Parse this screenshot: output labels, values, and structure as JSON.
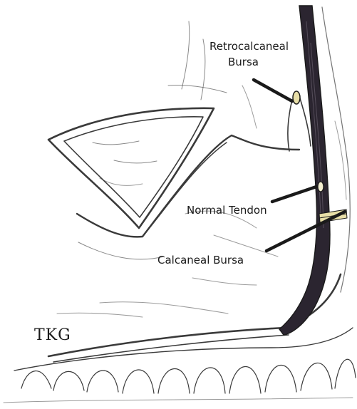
{
  "labels": {
    "retrocalcaneal_line1": "Retrocalcaneal",
    "retrocalcaneal_line2": "Bursa",
    "normal_tendon": "Normal Tendon",
    "calcaneal_bursa": "Calcaneal Bursa"
  },
  "signature": "TKG",
  "colors": {
    "ink": "#1a1a1a",
    "tendon": "#2b2530",
    "bursa_fill": "#e8dfa8",
    "background": "#ffffff"
  }
}
